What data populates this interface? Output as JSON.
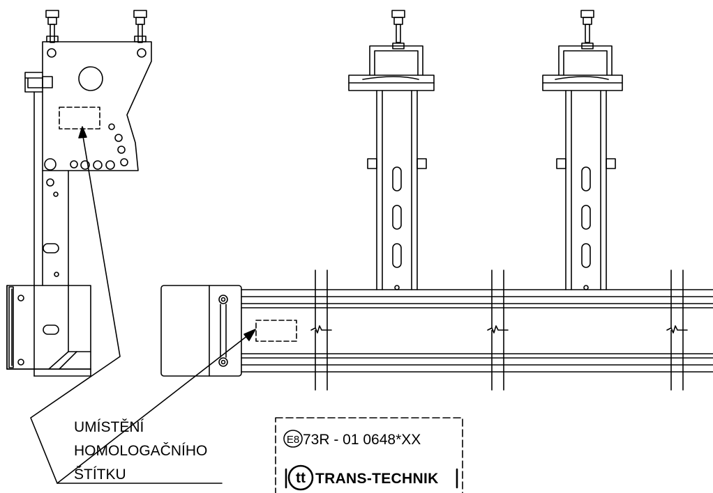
{
  "callout": {
    "line1": "UMÍSTĚNÍ",
    "line2": "HOMOLOGAČNÍHO",
    "line3": "ŠTÍTKU"
  },
  "plate": {
    "e_mark": "E8",
    "homologation_number": "73R - 01 0648*XX",
    "tt_logo": "tt",
    "brand": "TRANS-TECHNIK"
  },
  "colors": {
    "line": "#000000",
    "background": "#ffffff"
  }
}
